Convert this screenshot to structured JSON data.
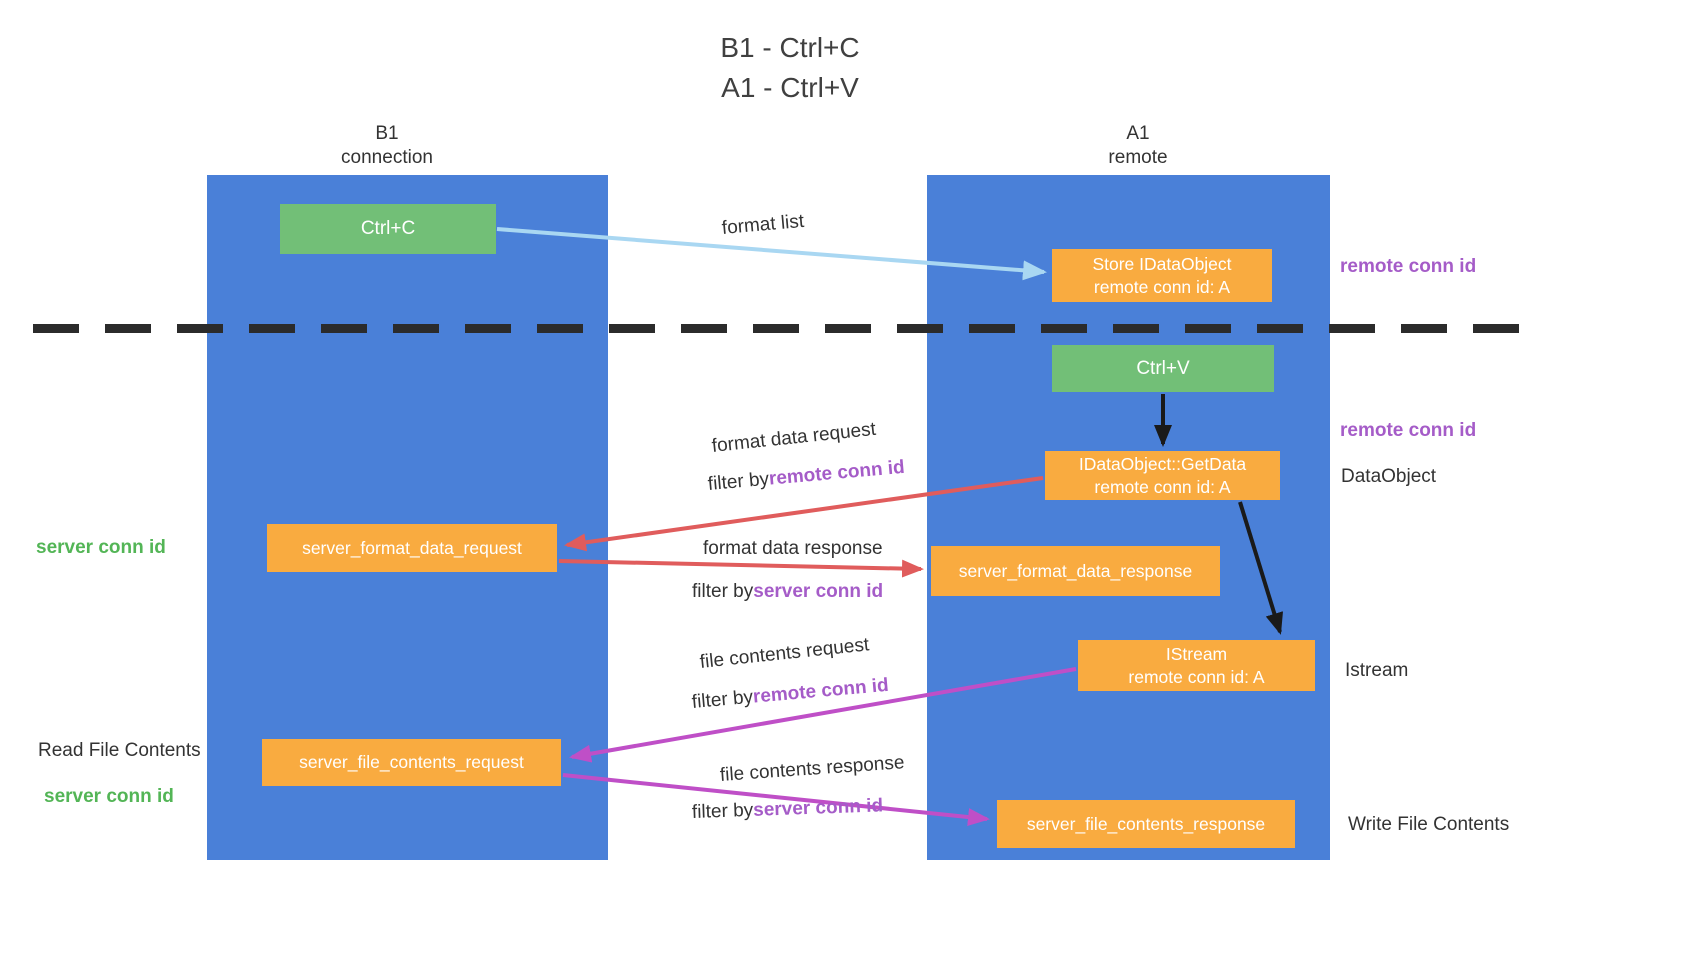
{
  "title": {
    "line1": "B1 - Ctrl+C",
    "line2": "A1 - Ctrl+V"
  },
  "lanes": {
    "left": {
      "header_line1": "B1",
      "header_line2": "connection"
    },
    "right": {
      "header_line1": "A1",
      "header_line2": "remote"
    }
  },
  "boxes": {
    "ctrl_c": "Ctrl+C",
    "ctrl_v": "Ctrl+V",
    "store_idataobject": {
      "line1": "Store IDataObject",
      "line2": "remote conn id: A"
    },
    "idataobject_getdata": {
      "line1": "IDataObject::GetData",
      "line2": "remote conn id: A"
    },
    "server_format_data_request": "server_format_data_request",
    "server_format_data_response": "server_format_data_response",
    "istream": {
      "line1": "IStream",
      "line2": "remote conn id: A"
    },
    "server_file_contents_request": "server_file_contents_request",
    "server_file_contents_response": "server_file_contents_response"
  },
  "side_labels": {
    "remote_conn_id_top": "remote conn id",
    "remote_conn_id_mid": "remote conn id",
    "dataobject": "DataObject",
    "istream": "Istream",
    "write_file_contents": "Write File Contents",
    "server_conn_id_top": "server conn id",
    "server_conn_id_bottom": "server conn id",
    "read_file_contents": "Read File Contents"
  },
  "arrow_labels": {
    "format_list": "format list",
    "format_data_request": "format data request",
    "filter_by_1": "filter by",
    "remote_conn_id_1": "remote conn id",
    "format_data_response": "format data response",
    "filter_by_2": "filter by",
    "server_conn_id_2": "server conn id",
    "file_contents_request": "file contents request",
    "filter_by_3": "filter by",
    "remote_conn_id_3": "remote conn id",
    "file_contents_response": "file contents response",
    "filter_by_4": "filter by",
    "server_conn_id_4": "server conn id"
  },
  "colors": {
    "lane_blue": "#4a80d8",
    "box_green": "#72bf77",
    "box_orange": "#f9ab40",
    "arrow_lightblue": "#a9d7f2",
    "arrow_red": "#e05c5c",
    "arrow_magenta": "#bf4fc7",
    "arrow_black": "#1a1a1a",
    "text_purple": "#a55cc8",
    "text_green": "#53b556",
    "divider_black": "#2b2b2b"
  }
}
